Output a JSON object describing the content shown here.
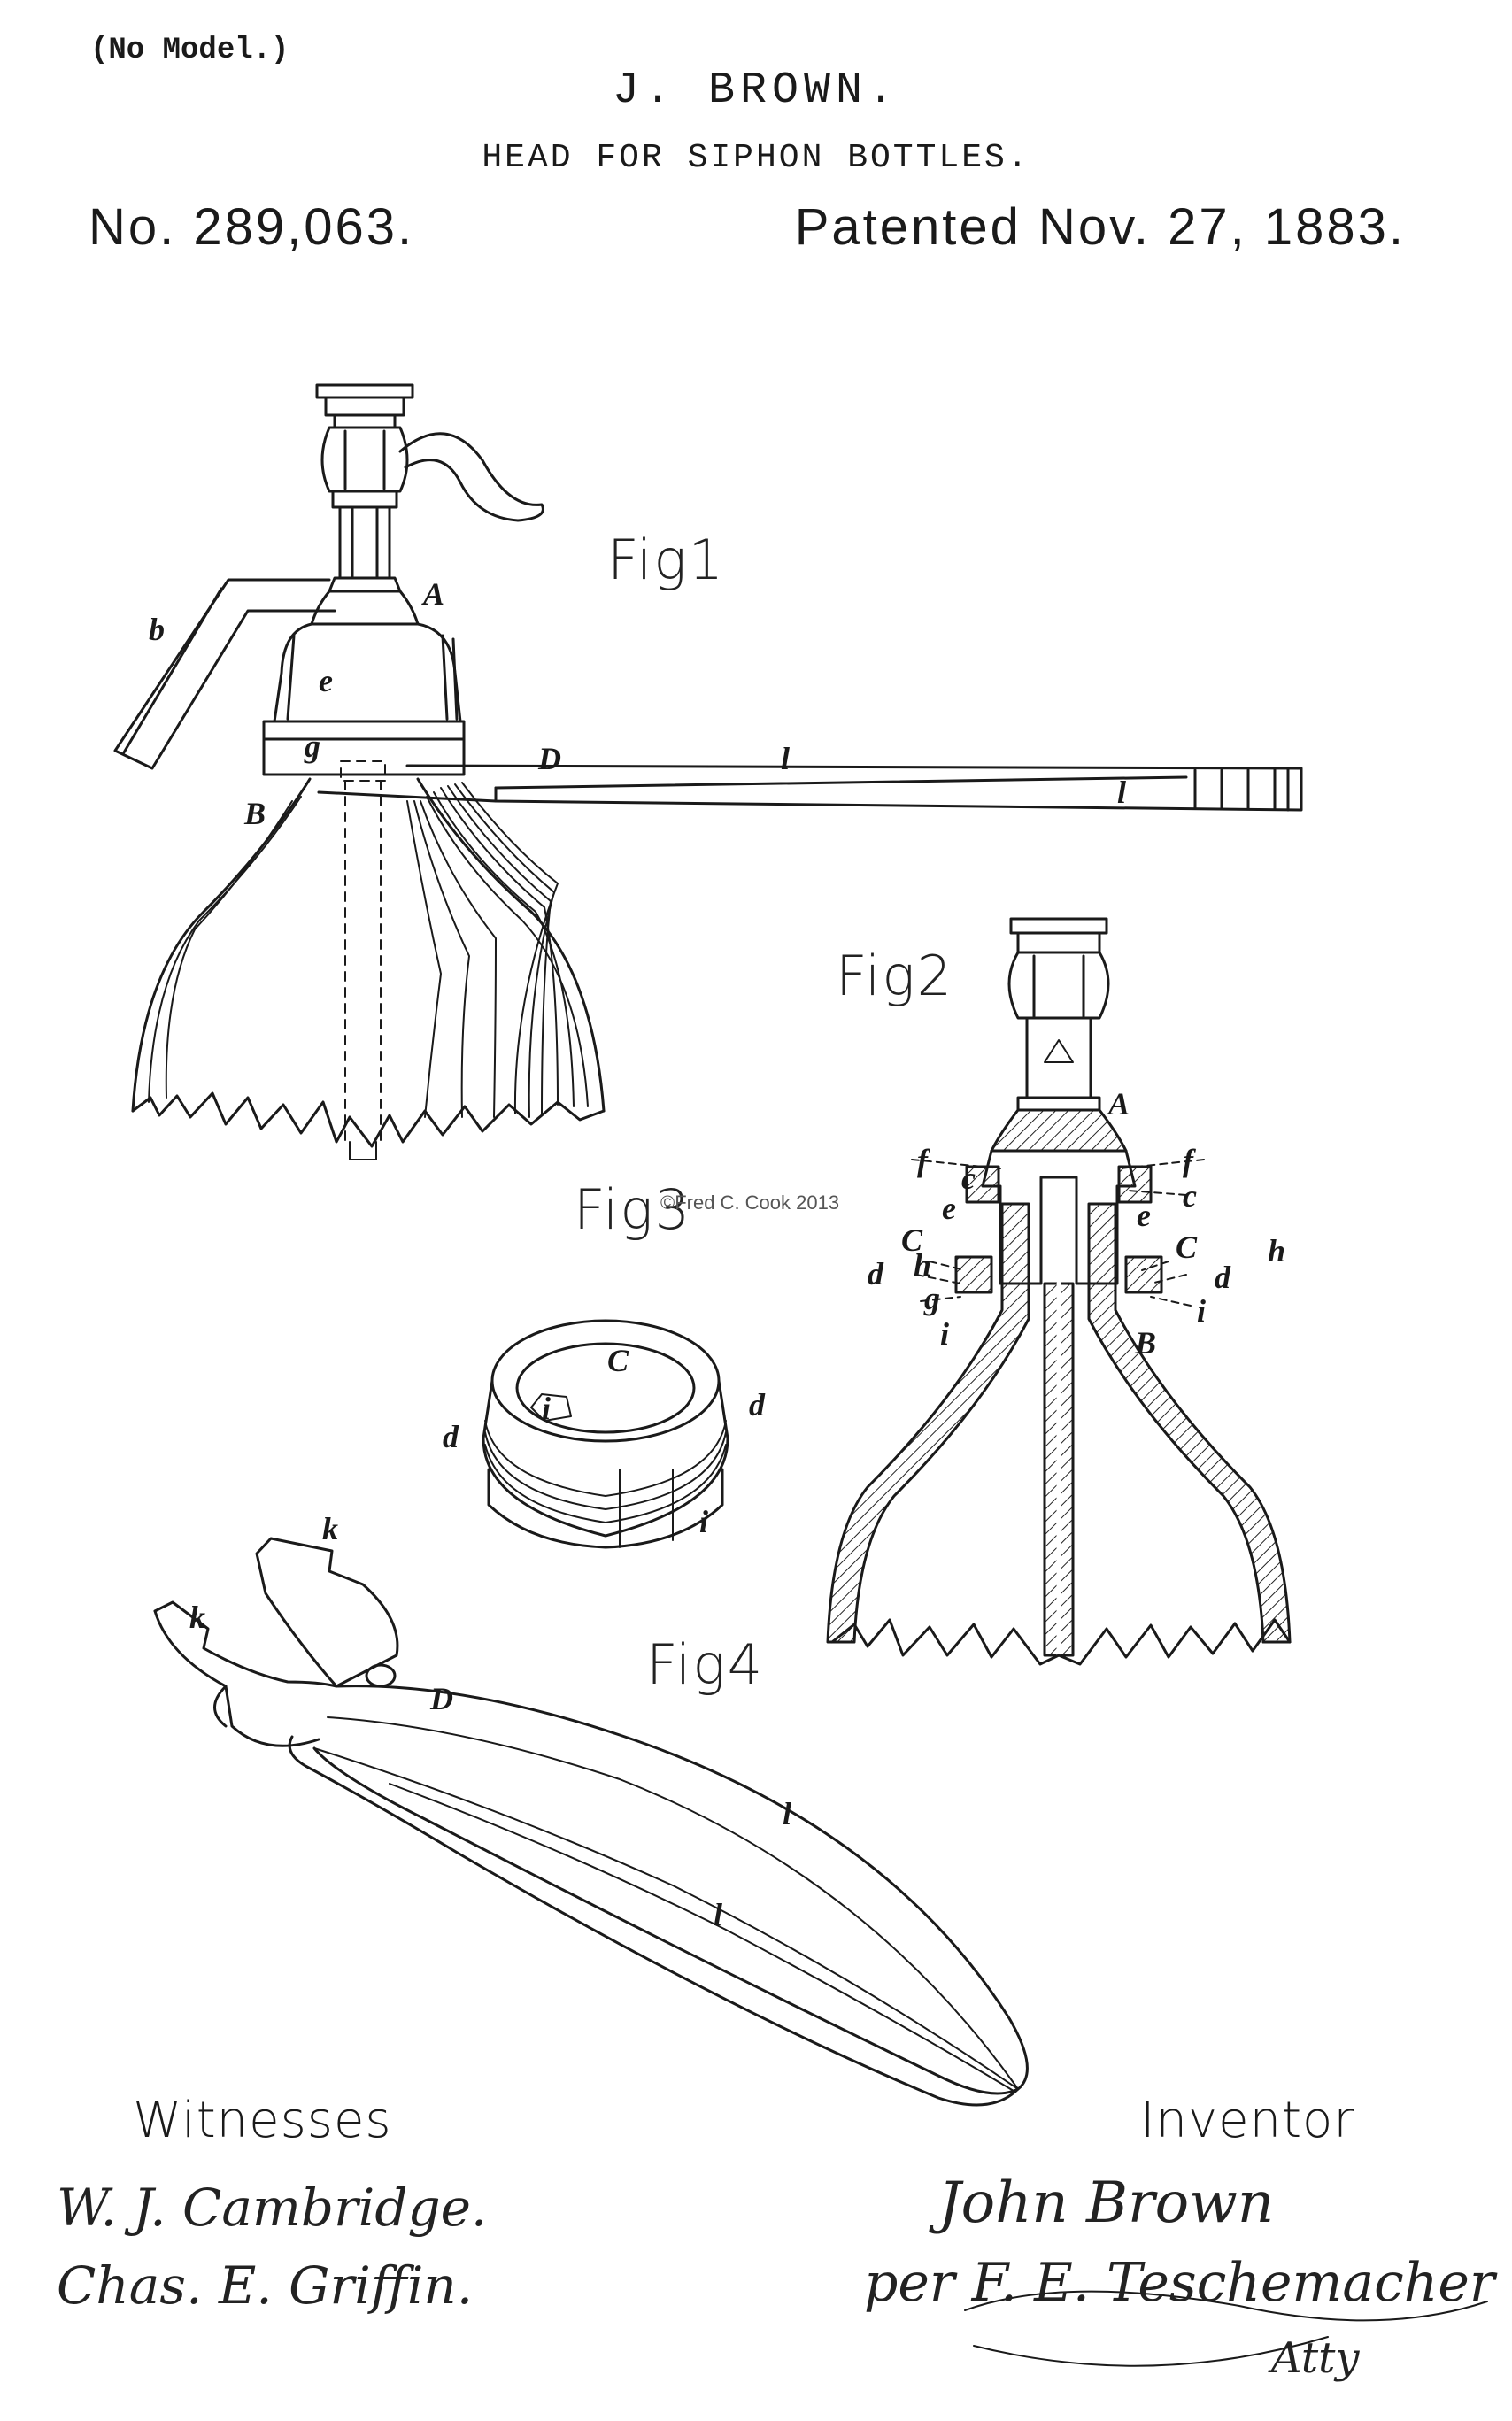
{
  "header": {
    "no_model": "(No Model.)",
    "inventor": "J. BROWN.",
    "title": "HEAD FOR SIPHON BOTTLES.",
    "patent_number": "No. 289,063.",
    "patent_date": "Patented Nov. 27, 1883."
  },
  "figures": {
    "fig1": "Fig1",
    "fig2": "Fig2",
    "fig3": "Fig3",
    "fig4": "Fig4"
  },
  "reference_letters": {
    "fig1": [
      "A",
      "b",
      "e",
      "g",
      "B",
      "D",
      "l",
      "l"
    ],
    "fig2": [
      "A",
      "f",
      "f",
      "e",
      "e",
      "c",
      "c",
      "C",
      "C",
      "h",
      "h",
      "d",
      "d",
      "g",
      "i",
      "i",
      "B"
    ],
    "fig3": [
      "C",
      "i",
      "d",
      "d",
      "i"
    ],
    "fig4": [
      "k",
      "k",
      "D",
      "l",
      "l"
    ]
  },
  "copyright": "©Fred C. Cook 2013",
  "footer": {
    "witnesses_heading": "Witnesses",
    "witness_1": "W. J. Cambridge.",
    "witness_2": "Chas. E. Griffin.",
    "inventor_heading": "Inventor",
    "inventor_signature": "John Brown",
    "attorney_signature": "per F. E. Teschemacher",
    "attorney_suffix": "Atty"
  }
}
